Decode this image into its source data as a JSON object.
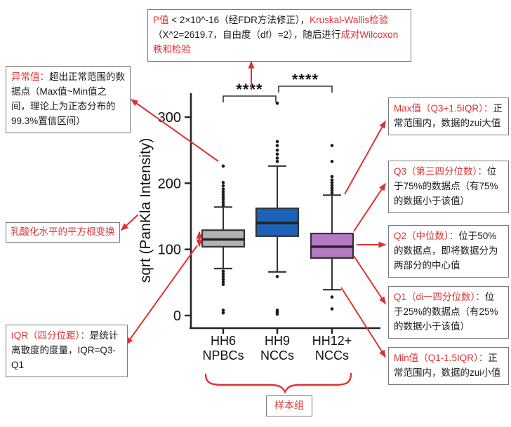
{
  "colors": {
    "annotation_red": "#e03131",
    "axis_black": "#222222",
    "box_outline": "#333333"
  },
  "chart_data": {
    "type": "boxplot",
    "title": "",
    "xlabel": "",
    "ylabel": "sqrt (PanKla Intensity)",
    "yticks": [
      0,
      100,
      200,
      300
    ],
    "ylim": [
      0,
      340
    ],
    "grid": false,
    "legend": "none",
    "categories": [
      {
        "line1": "HH6",
        "line2": "NPBCs"
      },
      {
        "line1": "HH9",
        "line2": "NCCs"
      },
      {
        "line1": "HH12+",
        "line2": "NCCs"
      }
    ],
    "series": [
      {
        "name": "HH6 NPBCs",
        "color": "#b3b3b3",
        "q1": 104,
        "median": 115,
        "q3": 129,
        "whisker_low": 71,
        "whisker_high": 164,
        "outliers_high": [
          167,
          171,
          175,
          179,
          183,
          187,
          191,
          196,
          201,
          226
        ],
        "outliers_low": [
          67,
          63,
          59,
          55,
          51,
          47,
          8,
          4
        ]
      },
      {
        "name": "HH9 NCCs",
        "color": "#1b62b8",
        "q1": 120,
        "median": 140,
        "q3": 162,
        "whisker_low": 66,
        "whisker_high": 226,
        "outliers_high": [
          233,
          238,
          244,
          250,
          257,
          263,
          321
        ],
        "outliers_low": [
          59,
          8,
          5,
          2
        ]
      },
      {
        "name": "HH12+ NCCs",
        "color": "#b678c4",
        "q1": 87,
        "median": 104,
        "q3": 124,
        "whisker_low": 39,
        "whisker_high": 182,
        "outliers_high": [
          185,
          189,
          193,
          197,
          201,
          205,
          210,
          233,
          257
        ],
        "outliers_low": [
          28,
          10
        ]
      }
    ],
    "significance": [
      {
        "between": [
          "HH6 NPBCs",
          "HH9 NCCs"
        ],
        "label": "****"
      },
      {
        "between": [
          "HH9 NCCs",
          "HH12+ NCCs"
        ],
        "label": "****"
      }
    ]
  },
  "annotations": {
    "top_note": {
      "segments": [
        {
          "text": "P值",
          "color": "red"
        },
        {
          "text": " < 2×10^-16（经FDR方法修正），",
          "color": "black"
        },
        {
          "text": "Kruskal-Wallis检验",
          "color": "red"
        },
        {
          "text": "（X^2=2619.7，自由度（df）=2），随后进行",
          "color": "black"
        },
        {
          "text": "成对Wilcoxon秩和检验",
          "color": "red"
        }
      ]
    },
    "outlier_note": {
      "label": "异常值：",
      "body": "超出正常范围的数据点（Max值~Min值之间，理论上为正态分布的99.3%置信区间）"
    },
    "sqrt_note": {
      "label": "乳酸化水平的平方根变换"
    },
    "iqr_note": {
      "label": "IQR（四分位距）：",
      "body": "是统计离散度的度量，IQR=Q3-Q1"
    },
    "max_note": {
      "label": "Max值（Q3+1.5IQR）：",
      "body": "正常范围内，数据的zui大值"
    },
    "q3_note": {
      "label": "Q3（第三四分位数）：",
      "body": "位于75%的数据点（有75%的数据小于该值）"
    },
    "q2_note": {
      "label": "Q2（中位数）：",
      "body": "位于50%的数据点，即将数据分为两部分的中心值"
    },
    "q1_note": {
      "label": "Q1（di一四分位数）：",
      "body": "位于25%的数据点（有25%的数据小于该值）"
    },
    "min_note": {
      "label": "Min值（Q1-1.5IQR）：",
      "body": "正常范围内，数据的zui小值"
    },
    "sample_group_note": {
      "label": "样本组"
    }
  }
}
